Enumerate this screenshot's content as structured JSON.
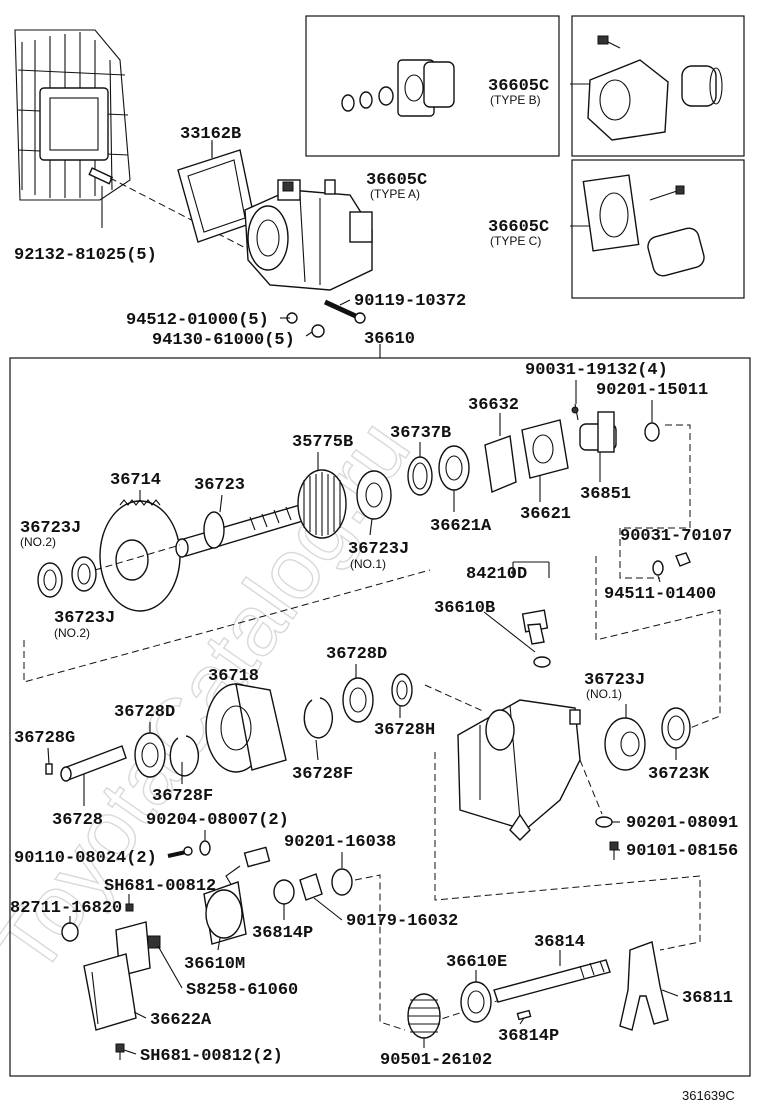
{
  "watermark": "ToyotaCatalog.ru",
  "figure_id": "361639C",
  "main_assembly": {
    "number": "36610"
  },
  "labels": {
    "p33162b": "33162B",
    "p92132": "92132-81025(5)",
    "p94512": "94512-01000(5)",
    "p94130": "94130-61000(5)",
    "p90119": "90119-10372",
    "p36605c_a": "36605C",
    "p36605c_a_type": "(TYPE A)",
    "p36605c_b": "36605C",
    "p36605c_b_type": "(TYPE B)",
    "p36605c_c": "36605C",
    "p36605c_c_type": "(TYPE C)",
    "p90031_19132": "90031-19132(4)",
    "p90201_15011": "90201-15011",
    "p36632": "36632",
    "p35775b": "35775B",
    "p36737b": "36737B",
    "p36714": "36714",
    "p36723": "36723",
    "p36621a": "36621A",
    "p36621": "36621",
    "p36851": "36851",
    "p36723j_no2a": "36723J",
    "p36723j_no2a_sub": "(NO.2)",
    "p36723j_no2b": "36723J",
    "p36723j_no2b_sub": "(NO.2)",
    "p36723j_no1a": "36723J",
    "p36723j_no1a_sub": "(NO.1)",
    "p90031_70107": "90031-70107",
    "p94511": "94511-01400",
    "p84210d": "84210D",
    "p36610b": "36610B",
    "p36718": "36718",
    "p36728d_a": "36728D",
    "p36728d_b": "36728D",
    "p36728h": "36728H",
    "p36723j_no1b": "36723J",
    "p36723j_no1b_sub": "(NO.1)",
    "p36728g": "36728G",
    "p36728": "36728",
    "p36728f_a": "36728F",
    "p36728f_b": "36728F",
    "p36723k": "36723K",
    "p90204": "90204-08007(2)",
    "p90201_16038": "90201-16038",
    "p90201_08091": "90201-08091",
    "p90110": "90110-08024(2)",
    "p90101_08156": "90101-08156",
    "psh681_a": "SH681-00812",
    "p82711": "82711-16820",
    "p36814p_a": "36814P",
    "p90179": "90179-16032",
    "p36610m": "36610M",
    "ps8258": "S8258-61060",
    "p36622a": "36622A",
    "psh681_b": "SH681-00812(2)",
    "p36814": "36814",
    "p36610e": "36610E",
    "p36811": "36811",
    "p36814p_b": "36814P",
    "p90501": "90501-26102"
  }
}
